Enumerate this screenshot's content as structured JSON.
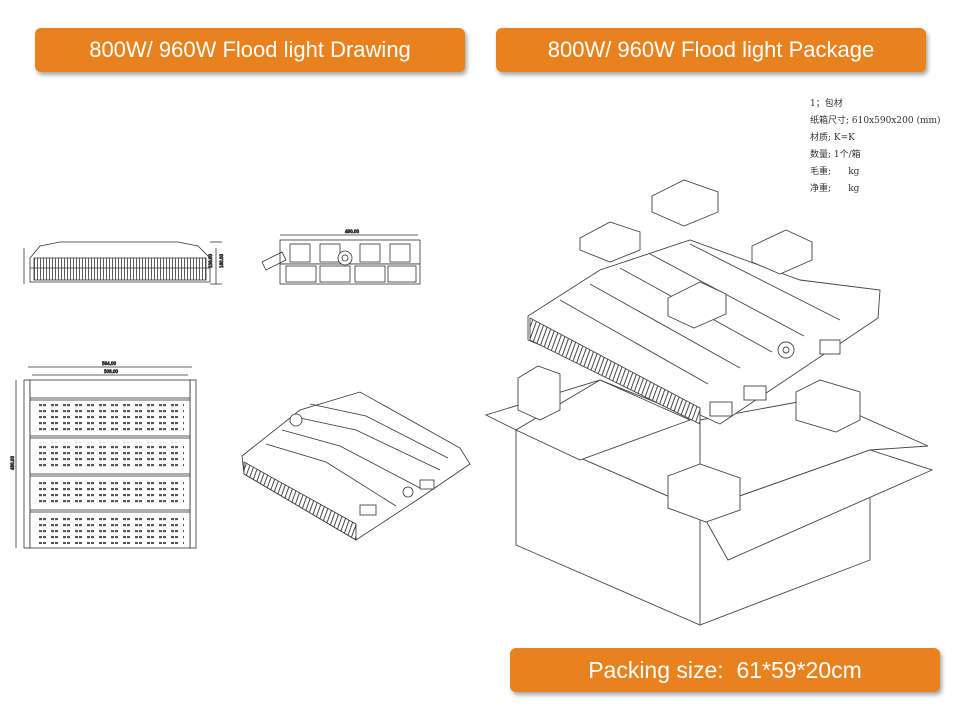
{
  "banners": {
    "drawing_title": "800W/ 960W Flood light Drawing",
    "package_title": "800W/ 960W Flood light Package",
    "packing_size": "Packing size:  61*59*20cm"
  },
  "package_spec": {
    "lines": [
      "1；包材",
      "纸箱尺寸; 610x590x200 (mm)",
      "材质; K=K",
      "数量; 1个/箱",
      "毛重;      kg",
      "净重;      kg"
    ]
  },
  "drawing_dims": {
    "top_width": "584.00",
    "inner_width": "508.00",
    "side_width": "490.00",
    "side_height": "130.00",
    "side_height_2": "160.00",
    "front_height": "480.00"
  },
  "colors": {
    "banner": "#e8821e",
    "banner_text": "#ffffff",
    "line": "#333333"
  }
}
